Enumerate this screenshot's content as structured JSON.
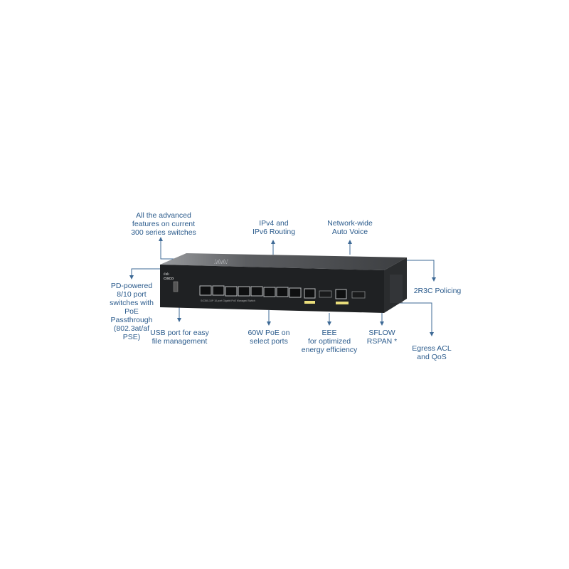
{
  "product": {
    "brand": "cisco",
    "model_label": "SG350-10P",
    "description_label": "10-port Gigabit PoE Managed Switch",
    "front_port_count": 8,
    "combo_port_count": 2
  },
  "callouts": {
    "advanced_features": [
      "All the advanced",
      "features on current",
      "300 series switches"
    ],
    "ipv_routing": [
      "IPv4 and",
      "IPv6 Routing"
    ],
    "auto_voice": [
      "Network-wide",
      "Auto Voice"
    ],
    "pd_powered": [
      "PD-powered",
      "8/10 port",
      "switches with",
      "PoE",
      "Passthrough",
      "(802.3at/af",
      "PSE)"
    ],
    "usb_port": [
      "USB port for easy",
      "file management"
    ],
    "poe_60w": [
      "60W PoE on",
      "select ports"
    ],
    "eee": [
      "EEE",
      "for optimized",
      "energy efficiency"
    ],
    "sflow": [
      "SFLOW",
      "RSPAN *"
    ],
    "policing": [
      "2R3C Policing"
    ],
    "egress_acl": [
      "Egress ACL",
      "and QoS"
    ]
  },
  "colors": {
    "callout_text": "#2b5b8c",
    "leader_line": "#3e6a96",
    "chassis_front": "#1f2123",
    "chassis_top": "#4a4c4f",
    "chassis_side": "#2a2c2e",
    "port_yellow": "#e8dc7a"
  }
}
